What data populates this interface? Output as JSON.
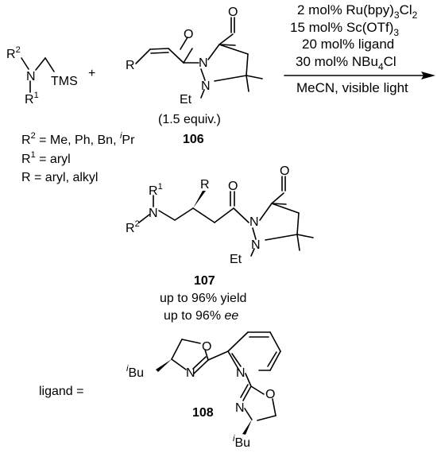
{
  "reagent_amine": {
    "r2": "R",
    "r2_sup": "2",
    "n": "N",
    "r1": "R",
    "r1_sup": "1",
    "tms": "TMS"
  },
  "plus": "+",
  "substrate": {
    "r": "R",
    "o1": "O",
    "o2": "O",
    "n1": "N",
    "n2": "N",
    "et": "Et",
    "equiv": "(1.5 equiv.)",
    "label": "106"
  },
  "conditions": {
    "line1_a": "2 mol% Ru(bpy)",
    "line1_sub1": "3",
    "line1_b": "Cl",
    "line1_sub2": "2",
    "line2_a": "15 mol% Sc(OTf)",
    "line2_sub": "3",
    "line3": "20 mol%  ligand",
    "line4_a": "30 mol%  NBu",
    "line4_sub": "4",
    "line4_b": "Cl",
    "below": "MeCN, visible light"
  },
  "definitions": {
    "d1_a": "R",
    "d1_sup": "2",
    "d1_b": " = Me, Ph, Bn, ",
    "d1_sup2": "i",
    "d1_c": "Pr",
    "d2_a": "R",
    "d2_sup": "1",
    "d2_b": " = aryl",
    "d3": "R = aryl, alkyl"
  },
  "product": {
    "r1": "R",
    "r1_sup": "1",
    "n": "N",
    "r2": "R",
    "r2_sup": "2",
    "r": "R",
    "o1": "O",
    "o2": "O",
    "n1": "N",
    "n2": "N",
    "et": "Et",
    "label": "107",
    "yield": "up to 96% yield",
    "ee_a": "up to 96% ",
    "ee_b": "ee"
  },
  "ligand": {
    "prefix": "ligand =",
    "o_left": "O",
    "n_left": "N",
    "bu_left_sup": "i",
    "bu_left": "Bu",
    "n_py": "N",
    "n_right": "N",
    "o_right": "O",
    "bu_right_sup": "i",
    "bu_right": "Bu",
    "label": "108"
  }
}
